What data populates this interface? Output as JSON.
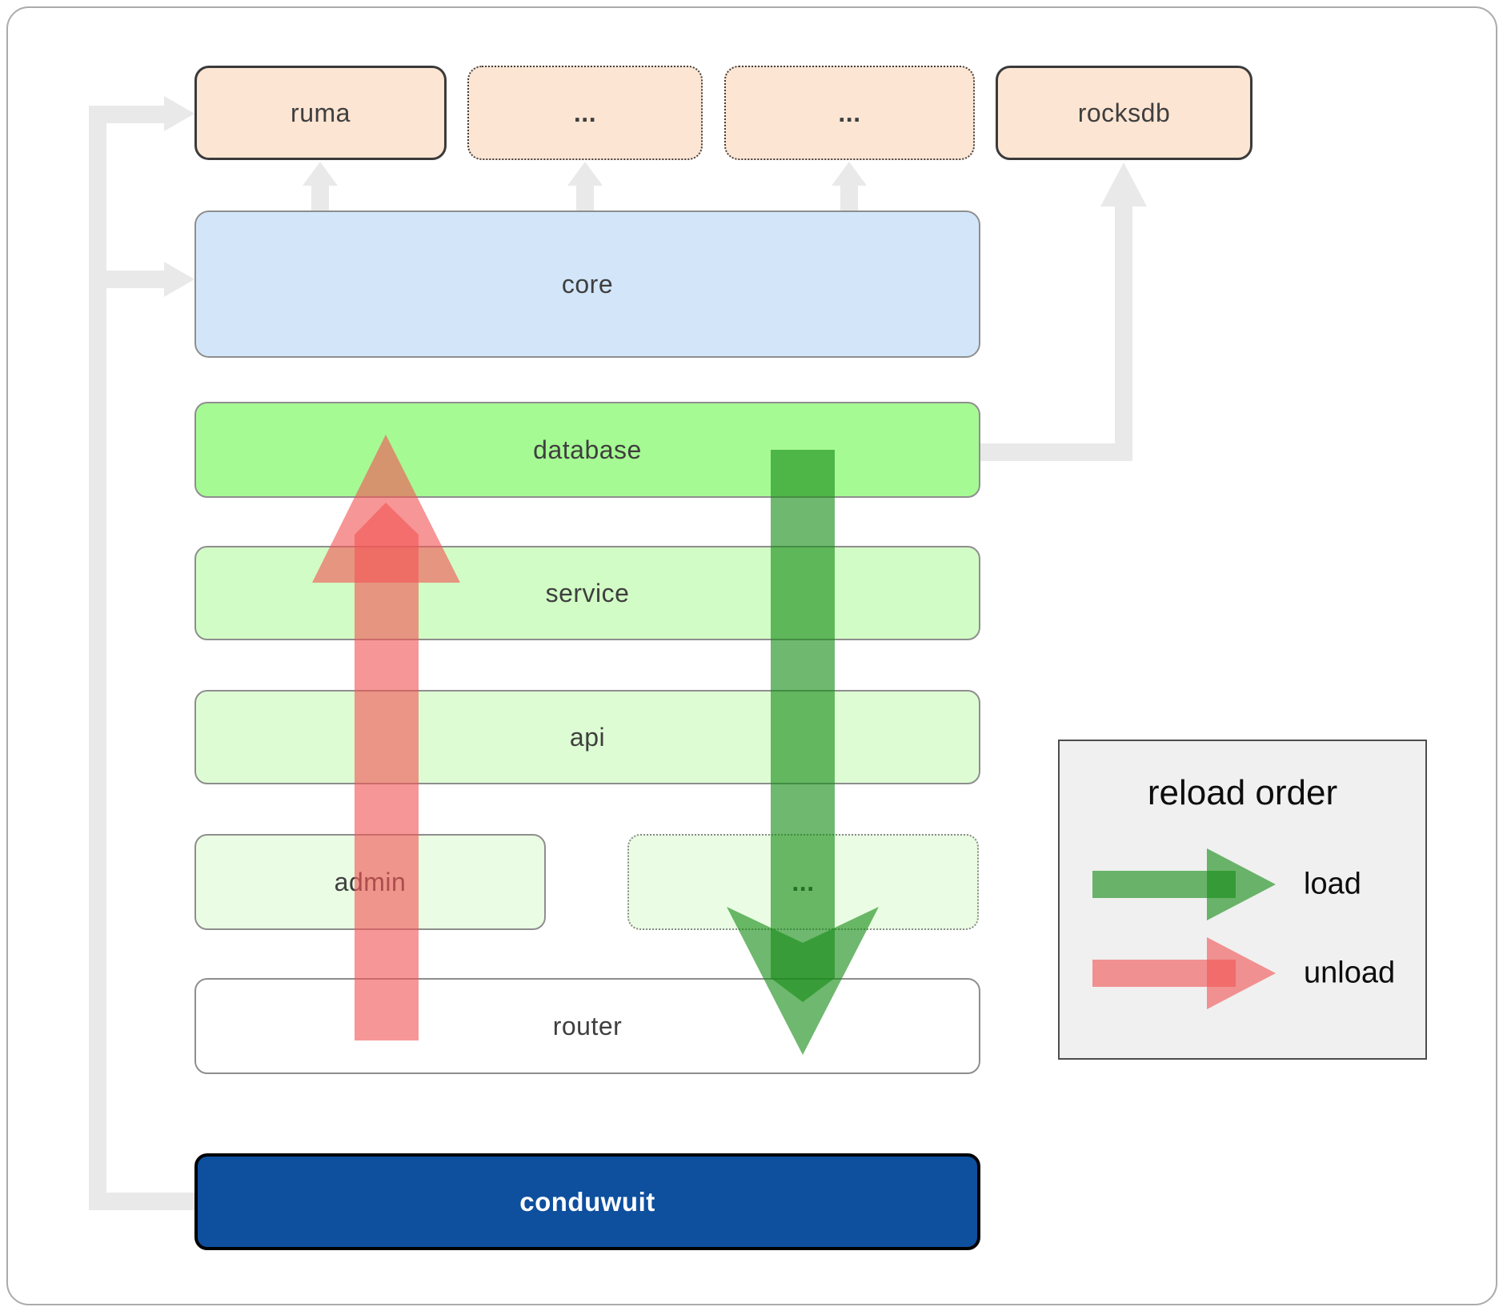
{
  "boxes": {
    "ruma": "ruma",
    "dots_top_1": "...",
    "dots_top_2": "...",
    "rocksdb": "rocksdb",
    "core": "core",
    "database": "database",
    "service": "service",
    "api": "api",
    "admin": "admin",
    "dots_admin": "...",
    "router": "router",
    "conduwuit": "conduwuit"
  },
  "legend": {
    "title": "reload order",
    "items": [
      {
        "label": "load",
        "color": "#178c17"
      },
      {
        "label": "unload",
        "color": "#f25555"
      }
    ]
  },
  "colors": {
    "peach": "#fde5d3",
    "core_blue": "#d3e6f9",
    "database_green": "#a6fa93",
    "service_green": "#d2fcc5",
    "api_green": "#defcd4",
    "pale_green": "#eafce3",
    "conduwuit_blue": "#0e4f9e",
    "connector_gray": "#e9e9e9",
    "legend_bg": "#f0f0f0",
    "load_green": "#178c17",
    "unload_red": "#f25555",
    "label_text": "#3f3f3f"
  }
}
